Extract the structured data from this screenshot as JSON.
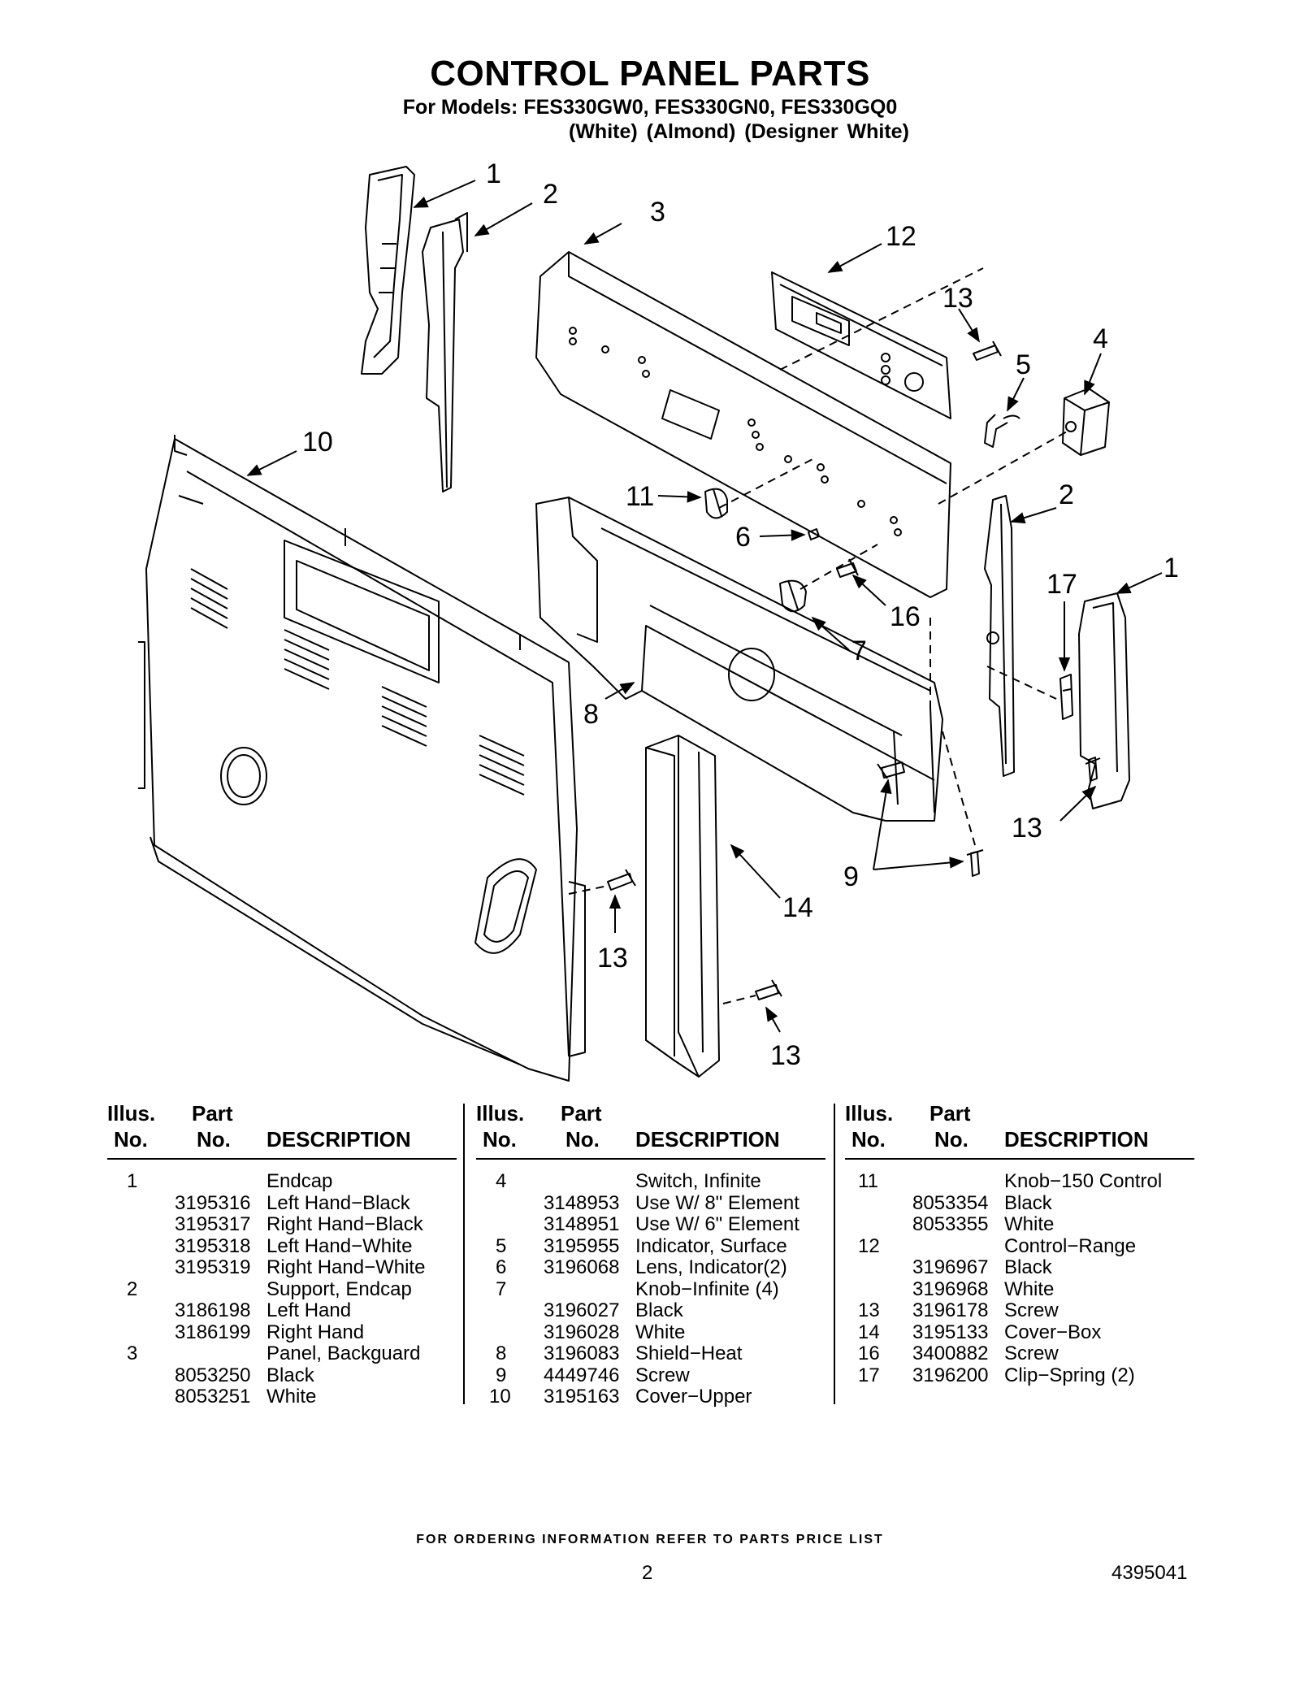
{
  "header": {
    "title": "CONTROL PANEL PARTS",
    "models": "For Models: FES330GW0, FES330GN0, FES330GQ0",
    "variants": "(White)    (Almond)  (Designer White)"
  },
  "callouts": [
    "1",
    "2",
    "3",
    "12",
    "13",
    "5",
    "4",
    "10",
    "11",
    "6",
    "2",
    "17",
    "1",
    "16",
    "7",
    "8",
    "13",
    "9",
    "14",
    "13",
    "13"
  ],
  "table_headers": {
    "illus_1": "Illus.",
    "illus_2": "No.",
    "part_1": "Part",
    "part_2": "No.",
    "description": "DESCRIPTION"
  },
  "columns": [
    [
      {
        "illus": "1",
        "part": "",
        "desc": "Endcap"
      },
      {
        "illus": "",
        "part": "3195316",
        "desc": "Left Hand−Black"
      },
      {
        "illus": "",
        "part": "3195317",
        "desc": "Right Hand−Black"
      },
      {
        "illus": "",
        "part": "3195318",
        "desc": "Left Hand−White"
      },
      {
        "illus": "",
        "part": "3195319",
        "desc": "Right Hand−White"
      },
      {
        "illus": "2",
        "part": "",
        "desc": "Support, Endcap"
      },
      {
        "illus": "",
        "part": "3186198",
        "desc": "Left Hand"
      },
      {
        "illus": "",
        "part": "3186199",
        "desc": "Right Hand"
      },
      {
        "illus": "3",
        "part": "",
        "desc": "Panel, Backguard"
      },
      {
        "illus": "",
        "part": "8053250",
        "desc": "Black"
      },
      {
        "illus": "",
        "part": "8053251",
        "desc": "White"
      }
    ],
    [
      {
        "illus": "4",
        "part": "",
        "desc": "Switch, Infinite"
      },
      {
        "illus": "",
        "part": "3148953",
        "desc": "Use W/ 8\" Element"
      },
      {
        "illus": "",
        "part": "3148951",
        "desc": "Use W/ 6\" Element"
      },
      {
        "illus": "5",
        "part": "3195955",
        "desc": "Indicator, Surface"
      },
      {
        "illus": "6",
        "part": "3196068",
        "desc": "Lens, Indicator(2)"
      },
      {
        "illus": "7",
        "part": "",
        "desc": "Knob−Infinite (4)"
      },
      {
        "illus": "",
        "part": "3196027",
        "desc": "Black"
      },
      {
        "illus": "",
        "part": "3196028",
        "desc": "White"
      },
      {
        "illus": "8",
        "part": "3196083",
        "desc": "Shield−Heat"
      },
      {
        "illus": "9",
        "part": "4449746",
        "desc": "Screw"
      },
      {
        "illus": "10",
        "part": "3195163",
        "desc": "Cover−Upper"
      }
    ],
    [
      {
        "illus": "11",
        "part": "",
        "desc": "Knob−150 Control"
      },
      {
        "illus": "",
        "part": "8053354",
        "desc": "Black"
      },
      {
        "illus": "",
        "part": "8053355",
        "desc": "White"
      },
      {
        "illus": "12",
        "part": "",
        "desc": "Control−Range"
      },
      {
        "illus": "",
        "part": "3196967",
        "desc": "Black"
      },
      {
        "illus": "",
        "part": "3196968",
        "desc": "White"
      },
      {
        "illus": "13",
        "part": "3196178",
        "desc": "Screw"
      },
      {
        "illus": "14",
        "part": "3195133",
        "desc": "Cover−Box"
      },
      {
        "illus": "16",
        "part": "3400882",
        "desc": "Screw"
      },
      {
        "illus": "17",
        "part": "3196200",
        "desc": "Clip−Spring (2)"
      }
    ]
  ],
  "footer": {
    "ordering_note": "FOR ORDERING INFORMATION REFER TO PARTS PRICE LIST",
    "page_number": "2",
    "document_number": "4395041"
  }
}
